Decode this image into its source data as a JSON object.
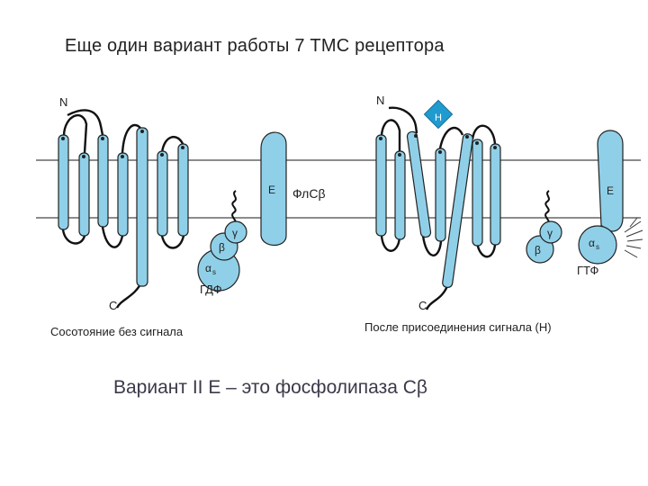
{
  "title": "Еще один вариант работы 7 ТМС рецептора",
  "caption": "Вариант II E – это фосфолипаза Cβ",
  "left_panel": {
    "n_label": "N",
    "c_label": "C",
    "effector_label": "E",
    "plc_label": "ФлCβ",
    "gamma_label": "γ",
    "beta_label": "β",
    "alpha_label": "α",
    "alpha_sub": "s",
    "gdp_label": "ГДФ",
    "state_label": "Сосотояние без сигнала"
  },
  "right_panel": {
    "n_label": "N",
    "c_label": "C",
    "ligand_label": "H",
    "effector_label": "E",
    "gamma_label": "γ",
    "beta_label": "β",
    "alpha_label": "α",
    "alpha_sub": "s",
    "gtp_label": "ГТФ",
    "state_label": "После присоединения сигнала (H)"
  },
  "colors": {
    "protein": "#8fd0e8",
    "ligand": "#1f9bd0",
    "outline": "#222222"
  }
}
